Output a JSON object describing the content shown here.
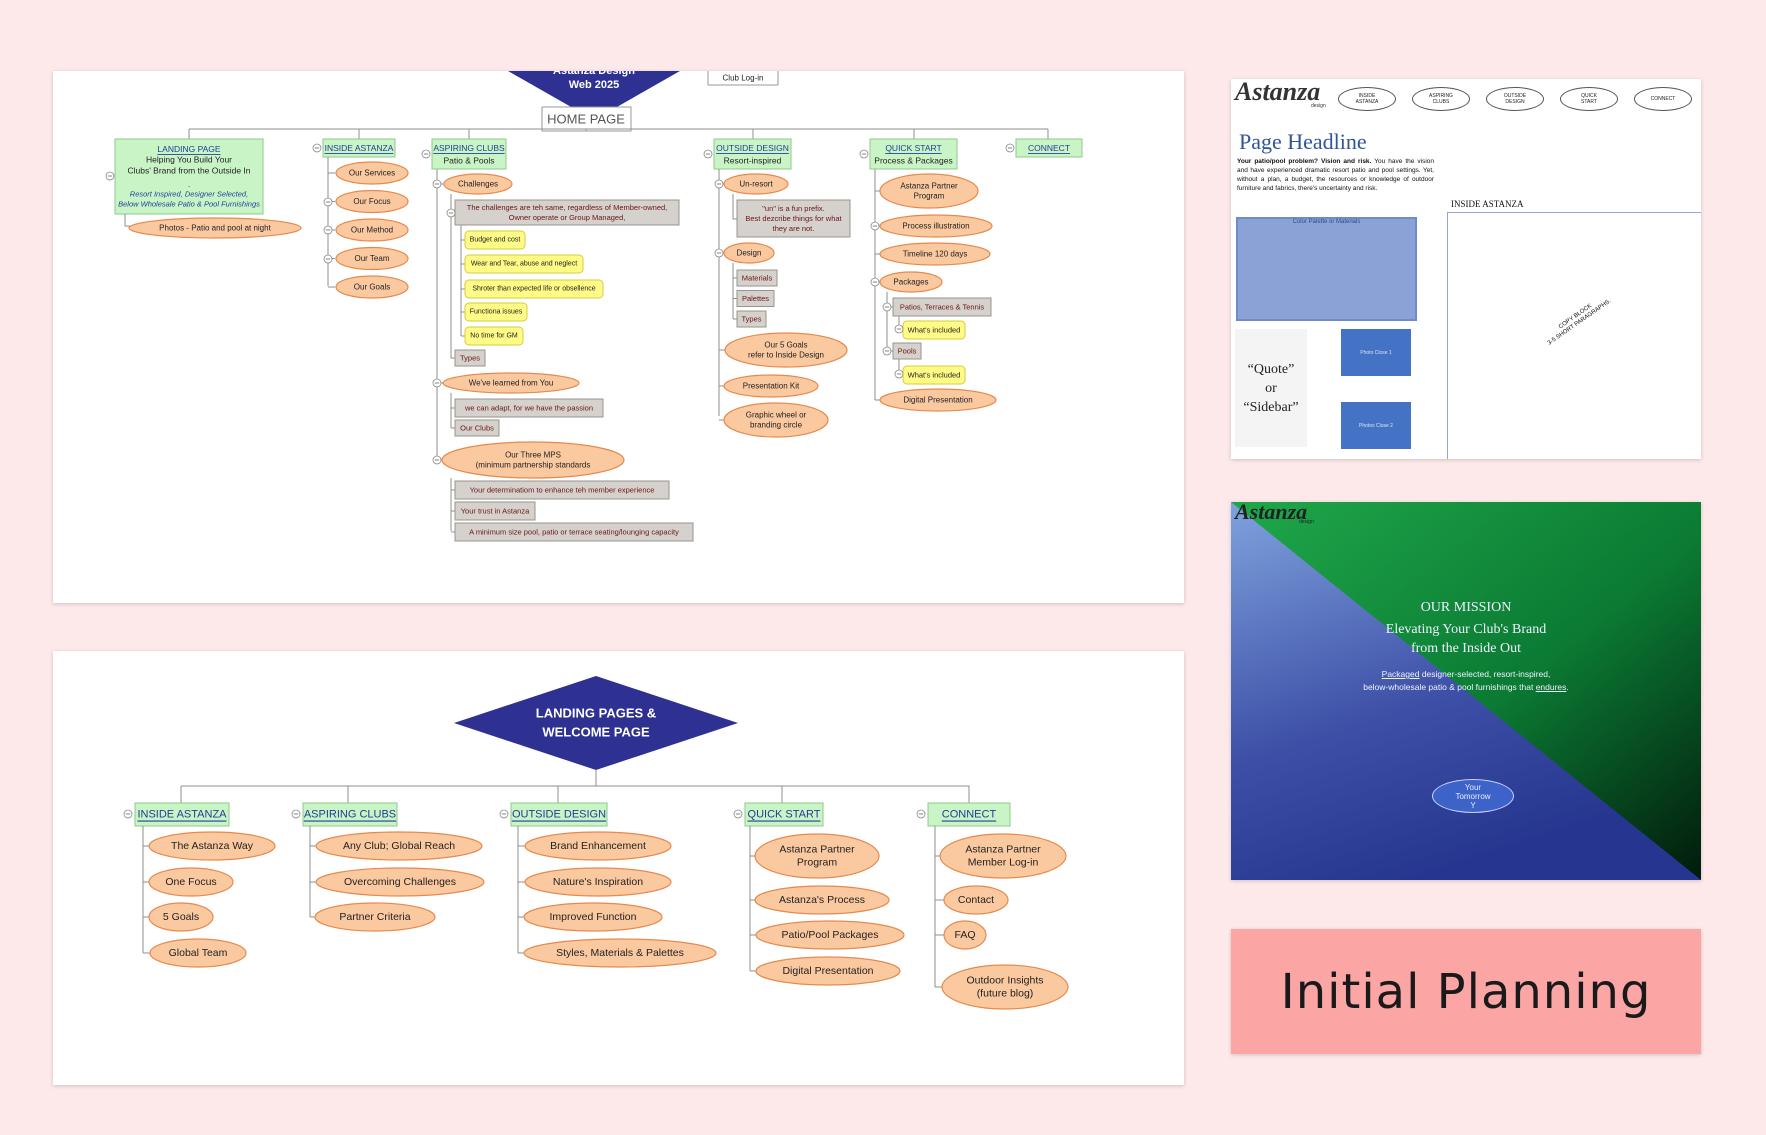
{
  "sitemap_top": {
    "title": [
      "Astanza Design",
      "Web 2025"
    ],
    "club_login": "Club Log-in",
    "home": "HOME PAGE",
    "landing": {
      "header": "LANDING PAGE",
      "lines": [
        "Helping You Build Your",
        "Clubs' Brand from the Outside In",
        "."
      ],
      "italic": [
        "Resort Inspired, Designer Selected,",
        "Below Wholesale Patio & Pool Furnishings"
      ],
      "child": "Photos - Patio and pool at night"
    },
    "inside": {
      "header": "INSIDE ASTANZA",
      "items": [
        "Our Services",
        "Our Focus",
        "Our Method",
        "Our Team",
        "Our Goals"
      ]
    },
    "aspiring": {
      "header": "ASPIRING CLUBS",
      "sub": "Patio & Pools",
      "challenges": "Challenges",
      "challenge_box": [
        "The challenges are teh same, regardless of Member-owned,",
        "Owner operate or Group Managed,"
      ],
      "yellow": [
        "Budget and cost",
        "Wear and Tear, abuse and neglect",
        "Shroter than expected life or obsellence",
        "Functiona issues",
        "No time for GM"
      ],
      "types": "Types",
      "learned": "We've learned from You",
      "adapt": "we can adapt, for we have the passion",
      "clubs": "Our Clubs",
      "mps": [
        "Our Three MPS",
        "(minimum partnership standards"
      ],
      "mps_items": [
        "Your determinatiom to enhance teh member experience",
        "Your trust in Astanza",
        "A minimum size pool, patio or terrace seating/lounging capacity"
      ]
    },
    "outside": {
      "header": "OUTSIDE DESIGN",
      "sub": "Resort-inspired",
      "unresort": "Un-resort",
      "prefix": [
        "\"un\" is a fun prefix.",
        "Best dezcribe things for what",
        "they are not."
      ],
      "design": "Design",
      "design_items": [
        "Materials",
        "Palettes",
        "Types"
      ],
      "goals": [
        "Our 5 Goals",
        "refer to Inside Design"
      ],
      "kit": "Presentation Kit",
      "wheel": [
        "Graphic wheel or",
        "branding circle"
      ]
    },
    "quick": {
      "header": "QUICK START",
      "sub": "Process & Packages",
      "partner": [
        "Astanza Partner",
        "Program"
      ],
      "process": "Process illustration",
      "timeline": "Timeline 120 days",
      "packages": "Packages",
      "patios": "Patios, Terraces & Tennis",
      "included": "What's included",
      "pools": "Pools",
      "digital": "Digital Presentation"
    },
    "connect": "CONNECT"
  },
  "sitemap_bottom": {
    "title": [
      "LANDING PAGES  &",
      "WELCOME PAGE"
    ],
    "inside": {
      "header": "INSIDE ASTANZA",
      "items": [
        "The Astanza Way",
        "One Focus",
        "5 Goals",
        "Global Team"
      ]
    },
    "aspiring": {
      "header": "ASPIRING CLUBS",
      "items": [
        "Any Club; Global Reach",
        "Overcoming Challenges",
        "Partner Criteria"
      ]
    },
    "outside": {
      "header": "OUTSIDE DESIGN",
      "items": [
        "Brand Enhancement",
        "Nature's  Inspiration",
        "Improved Function",
        "Styles, Materials & Palettes"
      ]
    },
    "quick": {
      "header": "QUICK START",
      "items": [
        [
          "Astanza Partner",
          "Program"
        ],
        [
          "Astanza's Process"
        ],
        [
          "Patio/Pool Packages"
        ],
        [
          "Digital Presentation"
        ]
      ]
    },
    "connect": {
      "header": "CONNECT",
      "items": [
        [
          "Astanza Partner",
          "Member Log-in"
        ],
        [
          "Contact"
        ],
        [
          "FAQ"
        ],
        [
          "Outdoor Insights",
          "(future blog)"
        ]
      ]
    }
  },
  "wireframe": {
    "logo": "Astanza",
    "logo_sub": "design",
    "nav": [
      [
        "INSIDE",
        "ASTANZA"
      ],
      [
        "ASPIRING",
        "CLUBS"
      ],
      [
        "OUTSIDE",
        "DESIGN"
      ],
      [
        "QUICK",
        "START"
      ],
      [
        "CONNECT"
      ]
    ],
    "headline": "Page Headline",
    "body_bold": "Your patio/pool problem? Vision and risk.",
    "body": " You have the vision and have experienced dramatic resort patio and pool settings. Yet, without a plan, a budget, the resources or knowledge of outdoor furniture and fabrics, there's uncertainty and risk.",
    "palette": "Color Palette or Materials",
    "quote": [
      "“Quote”",
      "or",
      "“Sidebar”"
    ],
    "photo1": "Photo Close 1",
    "photo2": "Photos Close 2",
    "inside_label": "INSIDE ASTANZA",
    "copy_block": [
      "COPY BLOCK",
      "3-5 SHORT PARAGRAPHS."
    ]
  },
  "mission": {
    "logo": "Astanza",
    "logo_sub": "design",
    "title": "OUR MISSION",
    "lines": [
      "Elevating Your Club's Brand",
      "from the Inside Out"
    ],
    "sub_1_u": "Packaged",
    "sub_1": " designer-selected, resort-inspired,",
    "sub_2": "below-wholesale patio & pool furnishings that ",
    "sub_2_u": "endures",
    "sub_2_end": ".",
    "oval": [
      "Your",
      "Tomorrow",
      "Y"
    ]
  },
  "planning_label": "Initial Planning",
  "colors": {
    "background": "#fde9e9",
    "diamond": "#2e3192",
    "peach": "#fbc9a0",
    "peach_border": "#e58a4e",
    "green_box": "#c9f5c6",
    "gray_box": "#d5d1cc",
    "yellow": "#fffb86",
    "link_blue": "#1f3c99",
    "wire_blue": "#2f5597",
    "initial_bg": "#fba5a5"
  }
}
